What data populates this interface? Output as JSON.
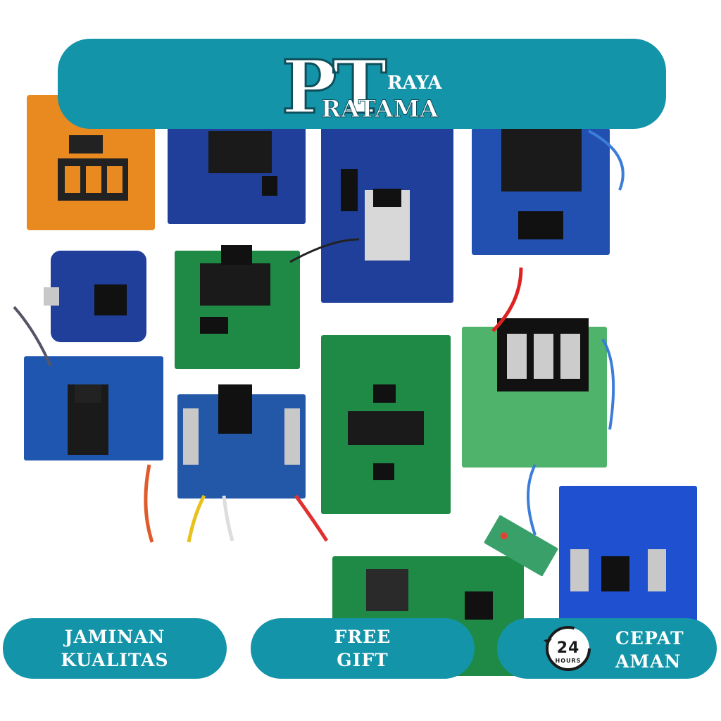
{
  "banner": {
    "logo_big_letters": "PT",
    "logo_small_top": "RAYA",
    "logo_small_bottom": "RATAMA"
  },
  "badges": [
    {
      "line1": "JAMINAN",
      "line2": "KUALITAS"
    },
    {
      "line1": "FREE",
      "line2": "GIFT"
    },
    {
      "line1": "CEPAT",
      "line2": "AMAN",
      "icon_text": "24",
      "icon_sub": "HOURS"
    }
  ],
  "colors": {
    "teal": "#1494a8",
    "board_blue": "#1f3f9a",
    "board_green": "#1f8a45",
    "board_orange": "#e88a20"
  }
}
